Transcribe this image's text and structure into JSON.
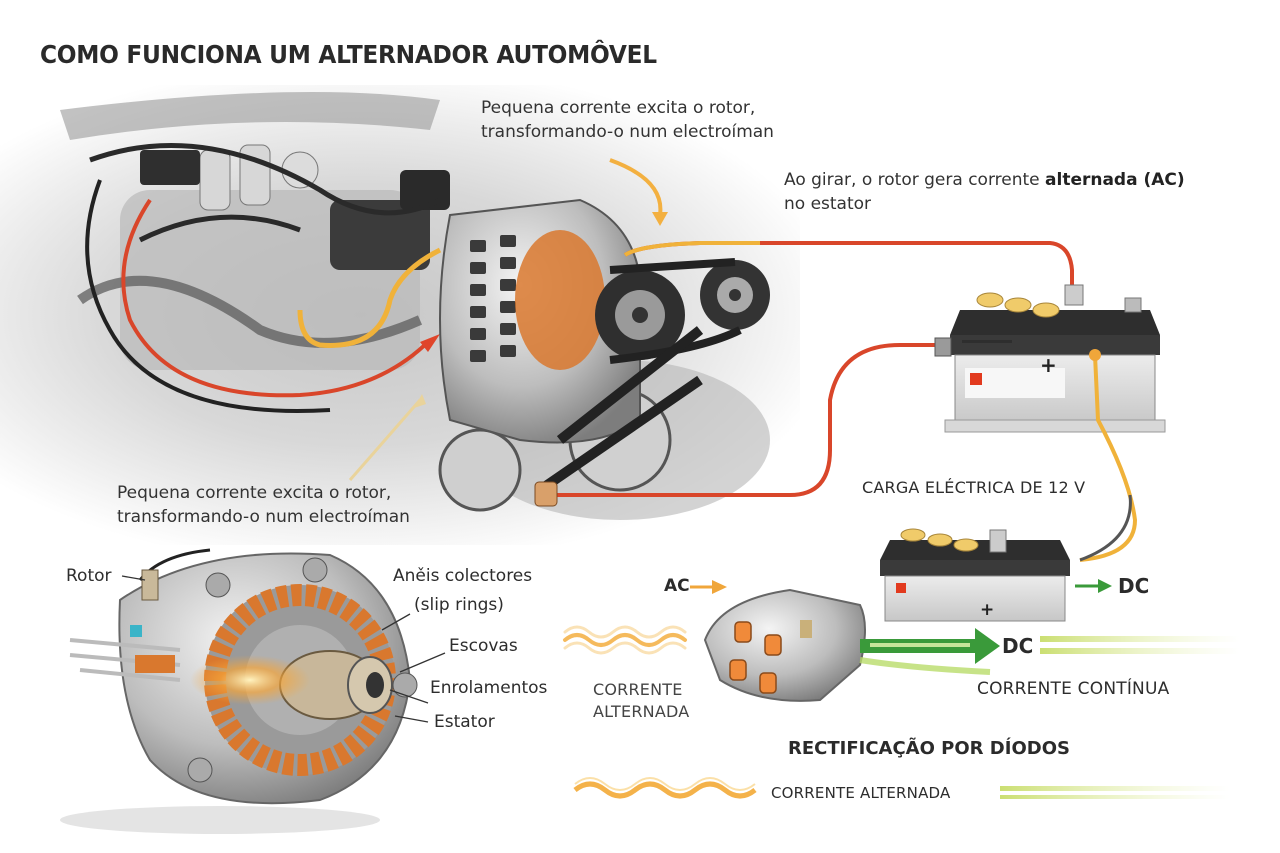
{
  "title": "COMO FUNCIONA UM ALTERNADOR AUTOMÔVEL",
  "annotations": {
    "top_excitation": {
      "line1": "Pequena corrente excita o rotor,",
      "line2": "transformando-o num electroíman"
    },
    "rotation_ac": {
      "line1_pre": "Ao girar, o rotor gera corrente ",
      "line1_bold": "alternada (AC)",
      "line2": "no estator"
    },
    "bottom_excitation": {
      "line1": "Pequena corrente excita o rotor,",
      "line2": "transformando-o num electroíman"
    },
    "battery_load": "CARGA ELÉCTRICA DE 12 V"
  },
  "cutaway_labels": {
    "rotor": "Rotor",
    "slip_rings_line1": "Aněis colectores",
    "slip_rings_line2": "(slip rings)",
    "brushes": "Escovas",
    "windings": "Enrolamentos",
    "stator": "Estator"
  },
  "rectifier": {
    "ac_input": "AC",
    "dc_output_battery": "DC",
    "dc_output_main": "DC",
    "ac_caption_line1": "CORRENTE",
    "ac_caption_line2": "ALTERNADA",
    "dc_caption": "CORRENTE CONTÍNUA",
    "section_title": "RECTIFICAÇÃO POR DÍODOS",
    "legend_ac": "CORRENTE ALTERNADA"
  },
  "battery": {
    "positive_symbol": "+"
  },
  "colors": {
    "ac_orange": "#f0a63a",
    "dc_green": "#3a9a3a",
    "cable_red": "#d9462a",
    "copper": "#d9782e",
    "battery_red": "#e23a1e",
    "text_dark": "#2b2b2b"
  }
}
